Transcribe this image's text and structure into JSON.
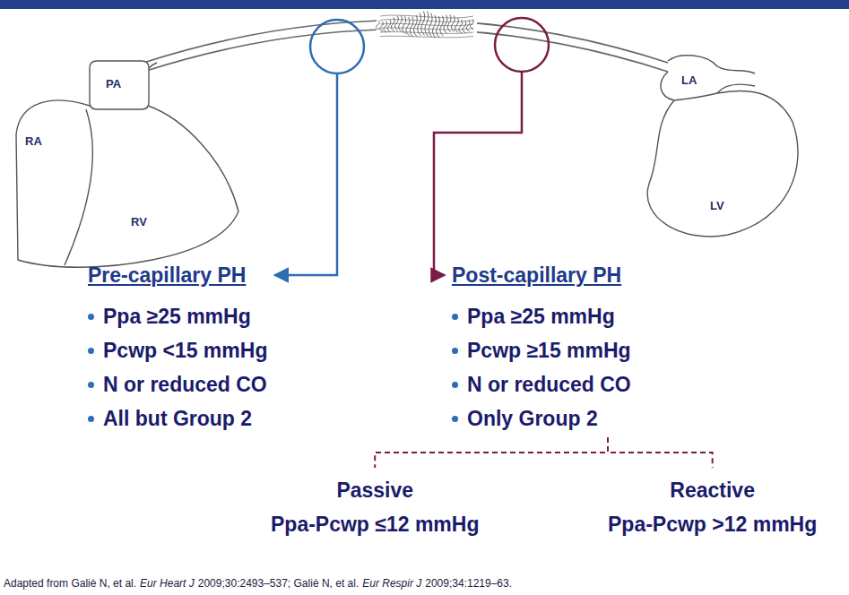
{
  "diagram": {
    "nodes": [
      {
        "text": [
          "Pre-capillary PH",
          "Ppa ≥25 mmHg",
          "Pcwp <15 mmHg",
          "N or reduced CO",
          "All but Group 2"
        ]
      },
      {
        "text": [
          "Post-capillary PH",
          "Ppa ≥25 mmHg",
          "Pcwp ≥15 mmHg",
          "N or reduced CO",
          "Only Group 2"
        ]
      },
      {
        "text": [
          "Passive",
          "Ppa-Pcwp ≤12 mmHg"
        ]
      },
      {
        "text": [
          "Reactive",
          "Ppa-Pcwp >12 mmHg"
        ]
      }
    ],
    "edges": [
      {
        "from": 1,
        "to": 2,
        "arrow": "none"
      },
      {
        "from": 1,
        "to": 3,
        "arrow": "none"
      }
    ],
    "labels": [
      "PA",
      "RA",
      "RV",
      "LA",
      "LV",
      "Adapted from Galiè N, et al.",
      "Eur Heart J",
      "2009;30:2493–537; Galiè N, et al.",
      "Eur Respir J",
      "2009;34:1219–63."
    ]
  }
}
